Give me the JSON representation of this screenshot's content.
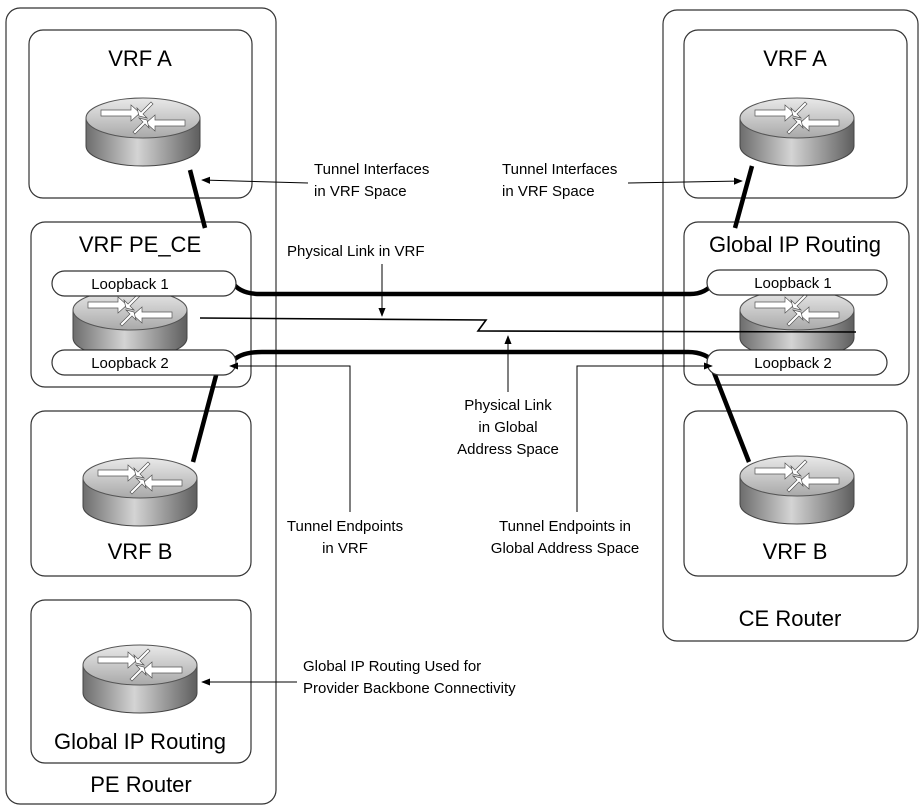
{
  "pe_router": {
    "label": "PE Router",
    "vrf_a": {
      "title": "VRF A"
    },
    "vrf_pe_ce": {
      "title": "VRF PE_CE",
      "loopback1": "Loopback 1",
      "loopback2": "Loopback 2"
    },
    "vrf_b": {
      "title": "VRF B"
    },
    "global": {
      "title": "Global IP Routing"
    }
  },
  "ce_router": {
    "label": "CE Router",
    "vrf_a": {
      "title": "VRF A"
    },
    "global": {
      "title": "Global IP Routing",
      "loopback1": "Loopback 1",
      "loopback2": "Loopback 2"
    },
    "vrf_b": {
      "title": "VRF B"
    }
  },
  "annotations": {
    "tunnel_if_left": [
      "Tunnel Interfaces",
      "in VRF Space"
    ],
    "tunnel_if_right": [
      "Tunnel Interfaces",
      "in VRF Space"
    ],
    "physical_link_vrf": "Physical Link in VRF",
    "physical_link_global": [
      "Physical Link",
      "in Global",
      "Address Space"
    ],
    "tunnel_endpoints_vrf": [
      "Tunnel Endpoints",
      "in VRF"
    ],
    "tunnel_endpoints_global": [
      "Tunnel Endpoints in",
      "Global Address Space"
    ],
    "global_routing_note": [
      "Global IP Routing Used for",
      "Provider Backbone Connectivity"
    ]
  },
  "icons": [
    "router-icon"
  ]
}
